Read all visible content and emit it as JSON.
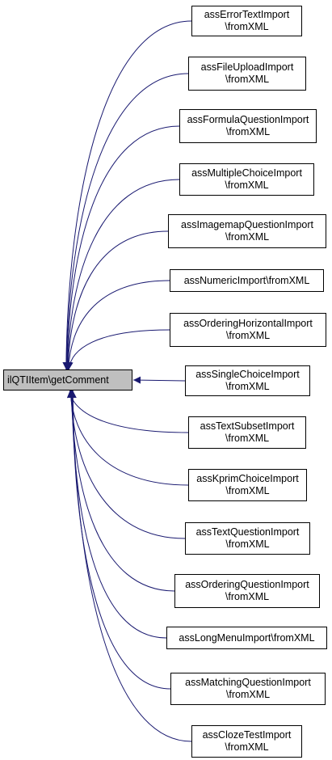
{
  "colors": {
    "edge": "#191970",
    "node_border": "#000000",
    "root_fill": "#bfbfbf",
    "node_fill": "#ffffff"
  },
  "root": {
    "label": "ilQTIItem\\getComment"
  },
  "callers": [
    {
      "line1": "assErrorTextImport",
      "line2": "\\fromXML"
    },
    {
      "line1": "assFileUploadImport",
      "line2": "\\fromXML"
    },
    {
      "line1": "assFormulaQuestionImport",
      "line2": "\\fromXML"
    },
    {
      "line1": "assMultipleChoiceImport",
      "line2": "\\fromXML"
    },
    {
      "line1": "assImagemapQuestionImport",
      "line2": "\\fromXML"
    },
    {
      "line1": "assNumericImport\\fromXML",
      "line2": ""
    },
    {
      "line1": "assOrderingHorizontalImport",
      "line2": "\\fromXML"
    },
    {
      "line1": "assSingleChoiceImport",
      "line2": "\\fromXML"
    },
    {
      "line1": "assTextSubsetImport",
      "line2": "\\fromXML"
    },
    {
      "line1": "assKprimChoiceImport",
      "line2": "\\fromXML"
    },
    {
      "line1": "assTextQuestionImport",
      "line2": "\\fromXML"
    },
    {
      "line1": "assOrderingQuestionImport",
      "line2": "\\fromXML"
    },
    {
      "line1": "assLongMenuImport\\fromXML",
      "line2": ""
    },
    {
      "line1": "assMatchingQuestionImport",
      "line2": "\\fromXML"
    },
    {
      "line1": "assClozeTestImport",
      "line2": "\\fromXML"
    }
  ]
}
